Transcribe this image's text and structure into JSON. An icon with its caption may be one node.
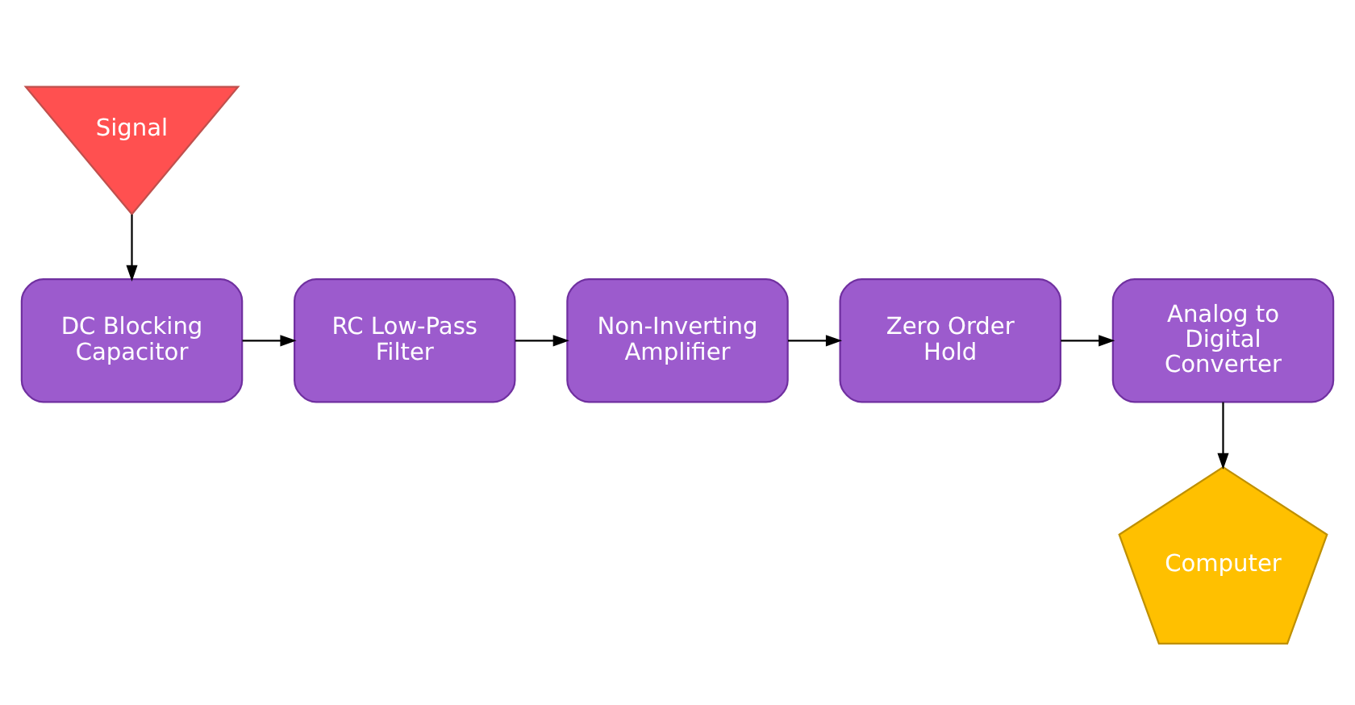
{
  "diagram": {
    "nodes": [
      {
        "text": [
          "Signal"
        ]
      },
      {
        "text": [
          "DC Blocking Capacitor"
        ]
      },
      {
        "text": [
          "RC Low-Pass Filter"
        ]
      },
      {
        "text": [
          "Non-Inverting Amplifier"
        ]
      },
      {
        "text": [
          "Zero Order Hold"
        ]
      },
      {
        "text": [
          "Analog to Digital Converter"
        ]
      },
      {
        "text": [
          "Computer"
        ]
      }
    ],
    "edges": [
      {
        "from": 0,
        "to": 1,
        "arrow": "to"
      },
      {
        "from": 1,
        "to": 2,
        "arrow": "to"
      },
      {
        "from": 2,
        "to": 3,
        "arrow": "to"
      },
      {
        "from": 3,
        "to": 4,
        "arrow": "to"
      },
      {
        "from": 4,
        "to": 5,
        "arrow": "to"
      },
      {
        "from": 5,
        "to": 6,
        "arrow": "to"
      }
    ]
  }
}
